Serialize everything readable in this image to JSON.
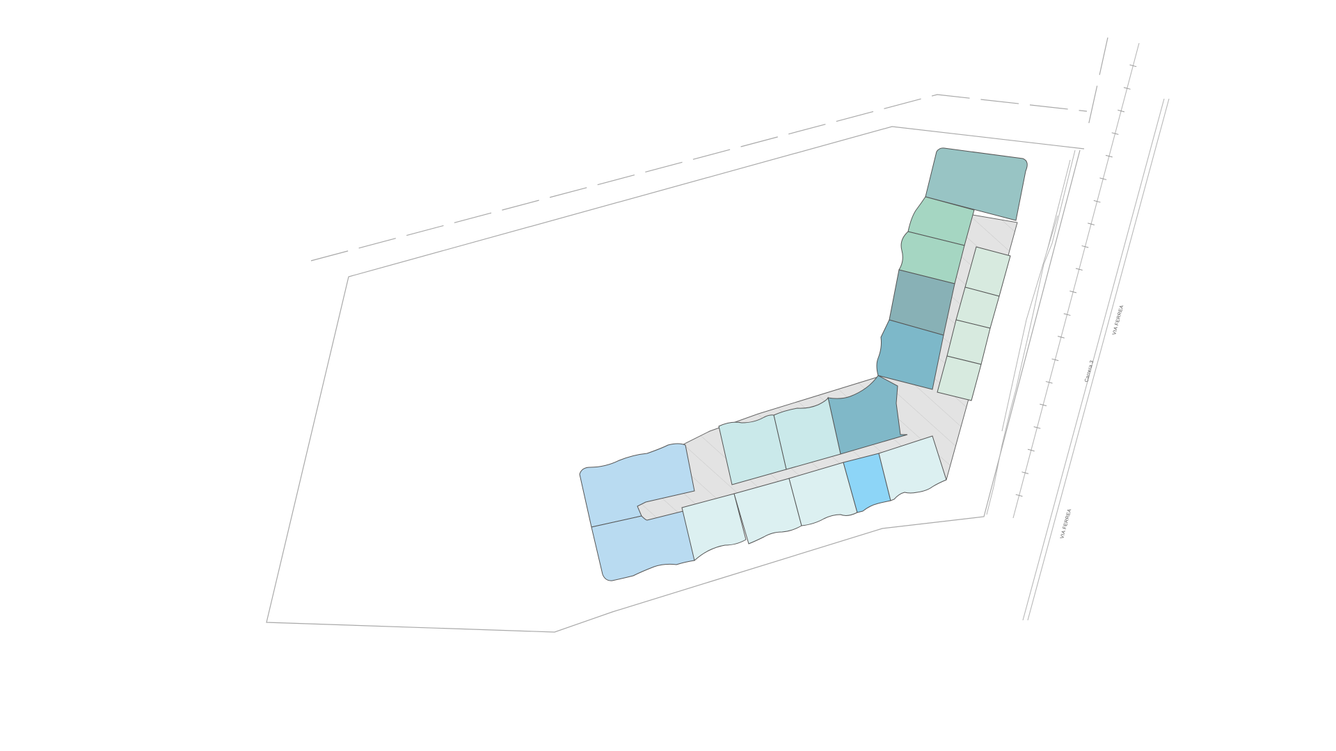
{
  "map": {
    "labels": {
      "rail_east": "VIA FERREA",
      "rail_south": "VIA FERREA",
      "street": "Carrera 3"
    },
    "colors": {
      "background": "#ffffff",
      "boundary": "#a9a9a9",
      "corridor_fill": "#e3e3e3",
      "corridor_hatch": "#c8c8c8"
    },
    "units": [
      {
        "id": "north-end",
        "color": "#98c4c4"
      },
      {
        "id": "north-green-a",
        "color": "#a5d6c2"
      },
      {
        "id": "north-green-b",
        "color": "#a5d6c2"
      },
      {
        "id": "north-slate",
        "color": "#88b1b6"
      },
      {
        "id": "north-teal",
        "color": "#7db8c9"
      },
      {
        "id": "corner-teal",
        "color": "#80b8c8"
      },
      {
        "id": "middle-cyan-a",
        "color": "#cae9ea"
      },
      {
        "id": "middle-cyan-b",
        "color": "#cae9ea"
      },
      {
        "id": "west-blue-a",
        "color": "#b9dbf1"
      },
      {
        "id": "west-blue-b",
        "color": "#b9dbf1"
      },
      {
        "id": "south-pale-a",
        "color": "#dcf0f1"
      },
      {
        "id": "south-pale-b",
        "color": "#dcf0f1"
      },
      {
        "id": "south-pale-c",
        "color": "#dcf0f1"
      },
      {
        "id": "south-bright",
        "color": "#8dd5f7"
      },
      {
        "id": "south-pale-d",
        "color": "#dcf0f1"
      },
      {
        "id": "east-mint-a",
        "color": "#d7eadf"
      },
      {
        "id": "east-mint-b",
        "color": "#d7eadf"
      },
      {
        "id": "east-mint-c",
        "color": "#d7eadf"
      },
      {
        "id": "east-mint-d",
        "color": "#d7eadf"
      }
    ]
  }
}
